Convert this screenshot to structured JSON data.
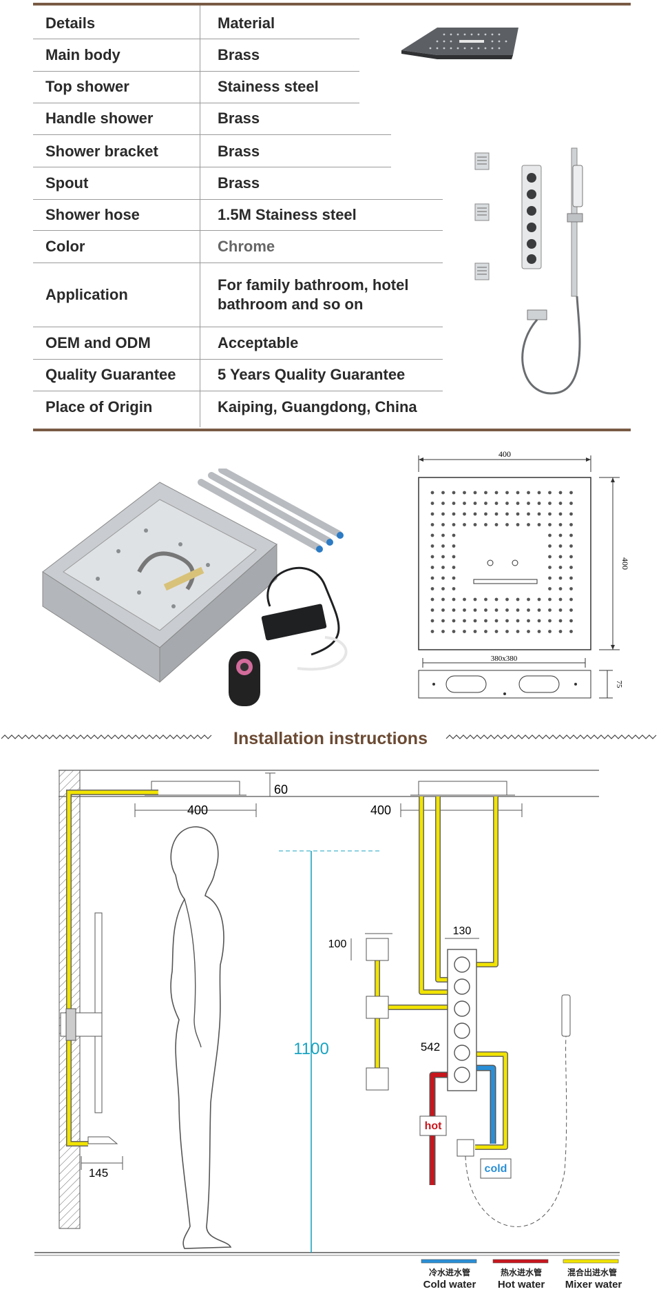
{
  "spec_table": {
    "rows": [
      {
        "label": "Details",
        "value": "Material"
      },
      {
        "label": "Main body",
        "value": "Brass"
      },
      {
        "label": "Top shower",
        "value": "Stainess steel"
      },
      {
        "label": "Handle shower",
        "value": "Brass"
      },
      {
        "label": "Shower bracket",
        "value": "Brass"
      },
      {
        "label": "Spout",
        "value": "Brass"
      },
      {
        "label": "Shower hose",
        "value": "1.5M Stainess steel"
      },
      {
        "label": "Color",
        "value": "Chrome"
      },
      {
        "label": "Application",
        "value": "For family bathroom, hotel bathroom and so on"
      },
      {
        "label": "OEM and ODM",
        "value": "Acceptable"
      },
      {
        "label": "Quality Guarantee",
        "value": "5 Years Quality Guarantee"
      },
      {
        "label": "Place of Origin",
        "value": "Kaiping, Guangdong, China"
      }
    ]
  },
  "dimension_drawing": {
    "top_width": "400",
    "side_height": "400",
    "box_width": "380x380",
    "box_depth": "75"
  },
  "installation": {
    "title": "Installation instructions",
    "dim_ceiling_gap": "60",
    "dim_left_panel": "400",
    "dim_right_panel": "400",
    "dim_jets_spacing": "100",
    "dim_valve_width": "130",
    "dim_valve_offset": "542",
    "dim_height": "1100",
    "dim_spout": "145",
    "hot_label": "hot",
    "cold_label": "cold"
  },
  "legend": [
    {
      "cn": "冷水进水管",
      "en": "Cold water",
      "color": "#2a8fd6"
    },
    {
      "cn": "热水进水管",
      "en": "Hot water",
      "color": "#c8161d"
    },
    {
      "cn": "混合出进水管",
      "en": "Mixer water",
      "color": "#f2e400"
    }
  ],
  "colors": {
    "accent_brown": "#7a5a44",
    "title_brown": "#6b4a33",
    "cold": "#2a8fd6",
    "hot": "#c8161d",
    "mixer": "#f2e400",
    "teal_dim": "#1aa3c0"
  }
}
